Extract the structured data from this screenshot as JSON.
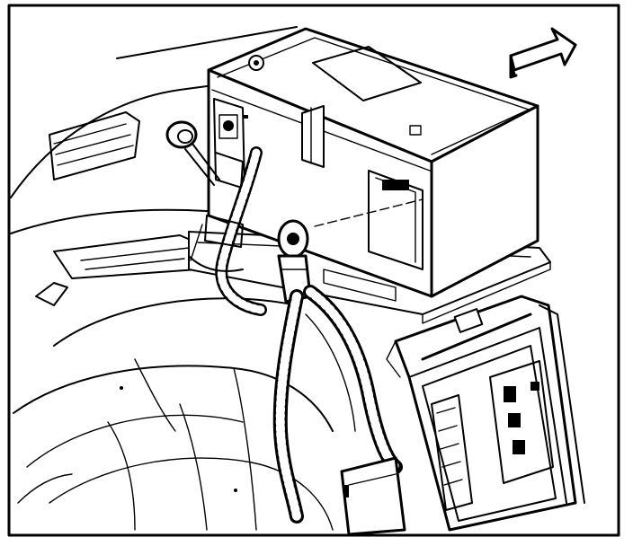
{
  "diagram": {
    "colors": {
      "ink": "#000000",
      "paper": "#ffffff"
    },
    "icons": [
      "direction-arrow-icon"
    ],
    "parts": [
      "battery",
      "battery-hold-down-strap",
      "battery-vent-label",
      "positive-battery-terminal",
      "negative-battery-terminal",
      "cable-protective-boot",
      "corrugated-conduit",
      "ground-eyelet-terminal",
      "battery-tray",
      "engine-control-module",
      "ecm-connector",
      "wheelhouse-panel",
      "fender-panel"
    ]
  }
}
